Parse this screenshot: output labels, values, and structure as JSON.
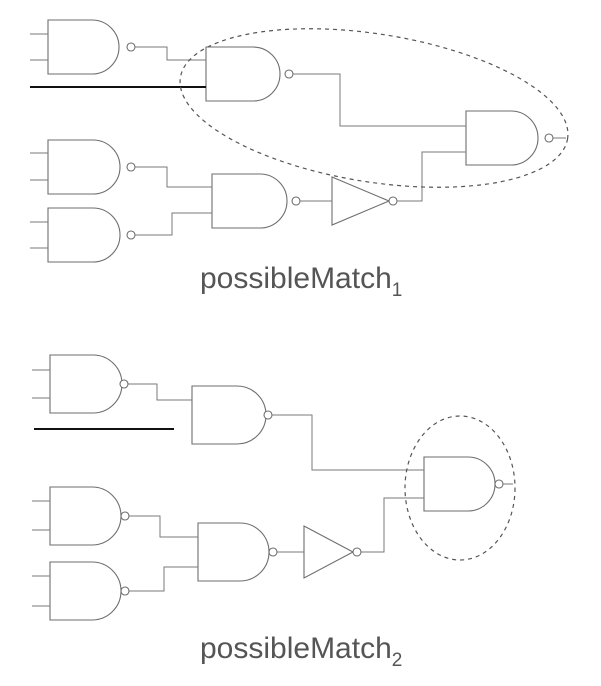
{
  "diagrams": [
    {
      "label": "possibleMatch",
      "subscript": "1"
    },
    {
      "label": "possibleMatch",
      "subscript": "2"
    }
  ],
  "colors": {
    "gate_stroke": "#6e6e6e",
    "wire": "#7a7a7a",
    "bold_wire": "#111111",
    "highlight": "#555555",
    "caption": "#555555"
  },
  "icons": [
    "nand-gate",
    "not-gate",
    "dashed-ellipse"
  ]
}
